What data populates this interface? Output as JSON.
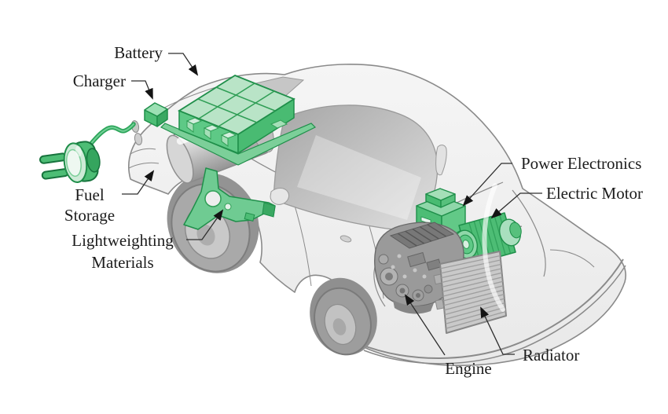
{
  "diagram": {
    "kind": "labeled-cutaway-illustration",
    "subject": "plug-in-hybrid-electric-car-components"
  },
  "components": [
    {
      "id": "battery",
      "label": "Battery",
      "highlighted": true
    },
    {
      "id": "charger",
      "label": "Charger",
      "highlighted": true
    },
    {
      "id": "fuel-storage",
      "label_line1": "Fuel",
      "label_line2": "Storage",
      "highlighted": false
    },
    {
      "id": "lightweighting-materials",
      "label_line1": "Lightweighting",
      "label_line2": "Materials",
      "highlighted": true
    },
    {
      "id": "power-electronics",
      "label": "Power Electronics",
      "highlighted": true
    },
    {
      "id": "electric-motor",
      "label": "Electric Motor",
      "highlighted": true
    },
    {
      "id": "engine",
      "label": "Engine",
      "highlighted": false
    },
    {
      "id": "radiator",
      "label": "Radiator",
      "highlighted": false
    }
  ],
  "colors": {
    "highlight_green": "#4dbd75",
    "highlight_green_light": "#b5e2c2",
    "highlight_green_dark": "#1f8f4a",
    "car_body_gray": "#f1f1f1",
    "car_outline_gray": "#8a8a8a",
    "glass_gray": "#b9b9b9",
    "label_text": "#1c1c1c",
    "leader_line": "#2e2e2e",
    "background": "#ffffff"
  }
}
